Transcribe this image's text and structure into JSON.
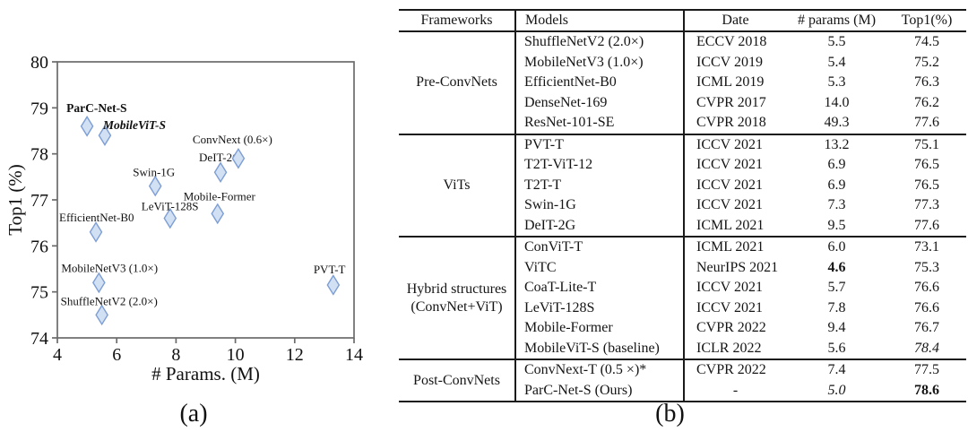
{
  "figure": {
    "caption_a": "(a)",
    "caption_b": "(b)"
  },
  "chart_data": [
    {
      "type": "scatter",
      "title": "",
      "xlabel": "# Params. (M)",
      "ylabel": "Top1 (%)",
      "xlim": [
        4,
        14
      ],
      "ylim": [
        74,
        80
      ],
      "xticks": [
        "4",
        "6",
        "8",
        "10",
        "12",
        "14"
      ],
      "yticks": [
        "74",
        "75",
        "76",
        "77",
        "78",
        "79",
        "80"
      ],
      "grid": false,
      "legend": "none",
      "marker": "diamond",
      "colors": {
        "marker_fill": "#d2e0f3",
        "marker_stroke": "#7d9ed4",
        "spine": "#6b6b6b",
        "text": "#111111"
      },
      "points": [
        {
          "label": "ParC-Net-S",
          "x": 5.0,
          "y": 78.6,
          "style": "bold",
          "label_dx": -23,
          "label_dy": -16
        },
        {
          "label": "MobileViT-S",
          "x": 5.6,
          "y": 78.4,
          "style": "italic",
          "label_dx": -2,
          "label_dy": -7
        },
        {
          "label": "EfficientNet-B0",
          "x": 5.3,
          "y": 76.3,
          "style": "normal",
          "label_dx": -41,
          "label_dy": -12
        },
        {
          "label": "MobileNetV3 (1.0×)",
          "x": 5.4,
          "y": 75.2,
          "style": "normal",
          "label_dx": -42,
          "label_dy": -12
        },
        {
          "label": "ShuffleNetV2 (2.0×)",
          "x": 5.5,
          "y": 74.5,
          "style": "normal",
          "label_dx": -46,
          "label_dy": -11
        },
        {
          "label": "Swin-1G",
          "x": 7.3,
          "y": 77.3,
          "style": "normal",
          "label_dx": -25,
          "label_dy": -11
        },
        {
          "label": "LeViT-128S",
          "x": 7.8,
          "y": 76.6,
          "style": "normal",
          "label_dx": -32,
          "label_dy": -9
        },
        {
          "label": "Mobile-Former",
          "x": 9.4,
          "y": 76.7,
          "style": "normal",
          "label_dx": -38,
          "label_dy": -15
        },
        {
          "label": "DeIT-2G",
          "x": 9.5,
          "y": 77.6,
          "style": "normal",
          "label_dx": -24,
          "label_dy": -12
        },
        {
          "label": "ConvNext (0.6×)",
          "x": 10.1,
          "y": 77.9,
          "style": "normal",
          "label_dx": -51,
          "label_dy": -17
        },
        {
          "label": "PVT-T",
          "x": 13.3,
          "y": 75.15,
          "style": "normal",
          "label_dx": -22,
          "label_dy": -13
        }
      ]
    },
    {
      "type": "table",
      "columns": [
        "Frameworks",
        "Models",
        "Date",
        "# params (M)",
        "Top1(%)"
      ],
      "groups": [
        {
          "framework": "Pre-ConvNets",
          "rows": [
            {
              "model": "ShuffleNetV2 (2.0×)",
              "date": "ECCV 2018",
              "params": "5.5",
              "top1": "74.5"
            },
            {
              "model": "MobileNetV3 (1.0×)",
              "date": "ICCV 2019",
              "params": "5.4",
              "top1": "75.2"
            },
            {
              "model": "EfficientNet-B0",
              "date": "ICML 2019",
              "params": "5.3",
              "top1": "76.3"
            },
            {
              "model": "DenseNet-169",
              "date": "CVPR 2017",
              "params": "14.0",
              "top1": "76.2"
            },
            {
              "model": "ResNet-101-SE",
              "date": "CVPR 2018",
              "params": "49.3",
              "top1": "77.6"
            }
          ]
        },
        {
          "framework": "ViTs",
          "rows": [
            {
              "model": "PVT-T",
              "date": "ICCV 2021",
              "params": "13.2",
              "top1": "75.1"
            },
            {
              "model": "T2T-ViT-12",
              "date": "ICCV 2021",
              "params": "6.9",
              "top1": "76.5"
            },
            {
              "model": "T2T-T",
              "date": "ICCV 2021",
              "params": "6.9",
              "top1": "76.5"
            },
            {
              "model": "Swin-1G",
              "date": "ICCV 2021",
              "params": "7.3",
              "top1": "77.3"
            },
            {
              "model": "DeIT-2G",
              "date": "ICML 2021",
              "params": "9.5",
              "top1": "77.6"
            }
          ]
        },
        {
          "framework": "Hybrid structures\n(ConvNet+ViT)",
          "rows": [
            {
              "model": "ConViT-T",
              "date": "ICML 2021",
              "params": "6.0",
              "top1": "73.1"
            },
            {
              "model": "ViTC",
              "date": "NeurIPS 2021",
              "params": "4.6",
              "top1": "75.3",
              "params_style": "bold"
            },
            {
              "model": "CoaT-Lite-T",
              "date": "ICCV 2021",
              "params": "5.7",
              "top1": "76.6"
            },
            {
              "model": "LeViT-128S",
              "date": "ICCV 2021",
              "params": "7.8",
              "top1": "76.6"
            },
            {
              "model": "Mobile-Former",
              "date": "CVPR 2022",
              "params": "9.4",
              "top1": "76.7"
            },
            {
              "model": "MobileViT-S (baseline)",
              "date": "ICLR 2022",
              "params": "5.6",
              "top1": "78.4",
              "top1_style": "italic"
            }
          ]
        },
        {
          "framework": "Post-ConvNets",
          "rows": [
            {
              "model": "ConvNext-T (0.5 ×)*",
              "date": "CVPR 2022",
              "params": "7.4",
              "top1": "77.5"
            },
            {
              "model": "ParC-Net-S  (Ours)",
              "date": "-",
              "params": "5.0",
              "top1": "78.6",
              "params_style": "italic",
              "top1_style": "bold"
            }
          ]
        }
      ]
    }
  ]
}
